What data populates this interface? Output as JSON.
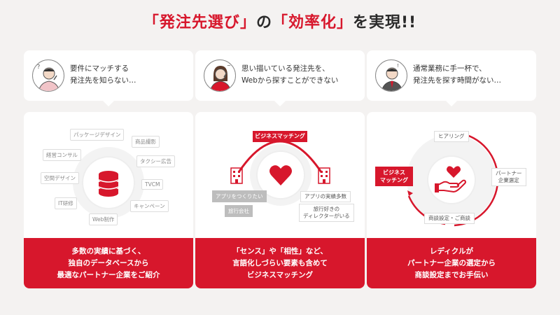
{
  "title": {
    "open1": "「",
    "part1": "発注先選び",
    "close1": "」",
    "mid": "の",
    "open2": "「",
    "part2": "効率化",
    "close2": "」",
    "end": "を実現!!"
  },
  "colors": {
    "accent": "#d7172c",
    "background": "#f4f2f1"
  },
  "cards": [
    {
      "bubble": "要件にマッチする\n発注先を知らない…",
      "avatar_icon": "confused-man-icon",
      "tags": [
        "パッケージデザイン",
        "商品撮影",
        "経営コンサル",
        "タクシー広告",
        "空間デザイン",
        "TVCM",
        "IT研修",
        "キャンペーン",
        "Web制作"
      ],
      "center_icon": "database-icon",
      "footer": "多数の実績に基づく、\n独自のデータベースから\n最適なパートナー企業をご紹介"
    },
    {
      "bubble": "思い描いている発注先を、\nWebから探すことができない",
      "avatar_icon": "worried-woman-icon",
      "top_tag": "ビジネスマッチング",
      "left_tags": [
        "アプリをつくりたい",
        "旅行会社"
      ],
      "right_tags": [
        "アプリの実績多数",
        "旅行好きの\nディレクターがいる"
      ],
      "center_icon": "heart-icon",
      "footer": "「センス」や「相性」など、\n言語化しづらい要素も含めて\nビジネスマッチング"
    },
    {
      "bubble": "通常業務に手一杯で、\n発注先を探す時間がない…",
      "avatar_icon": "busy-man-icon",
      "tags": [
        "ヒアリング",
        "パートナー\n企業選定",
        "商談設定・ご商談"
      ],
      "red_tag": "ビジネス\nマッチング",
      "center_icon": "heart-hand-icon",
      "footer": "レディクルが\nパートナー企業の選定から\n商談設定までお手伝い"
    }
  ]
}
